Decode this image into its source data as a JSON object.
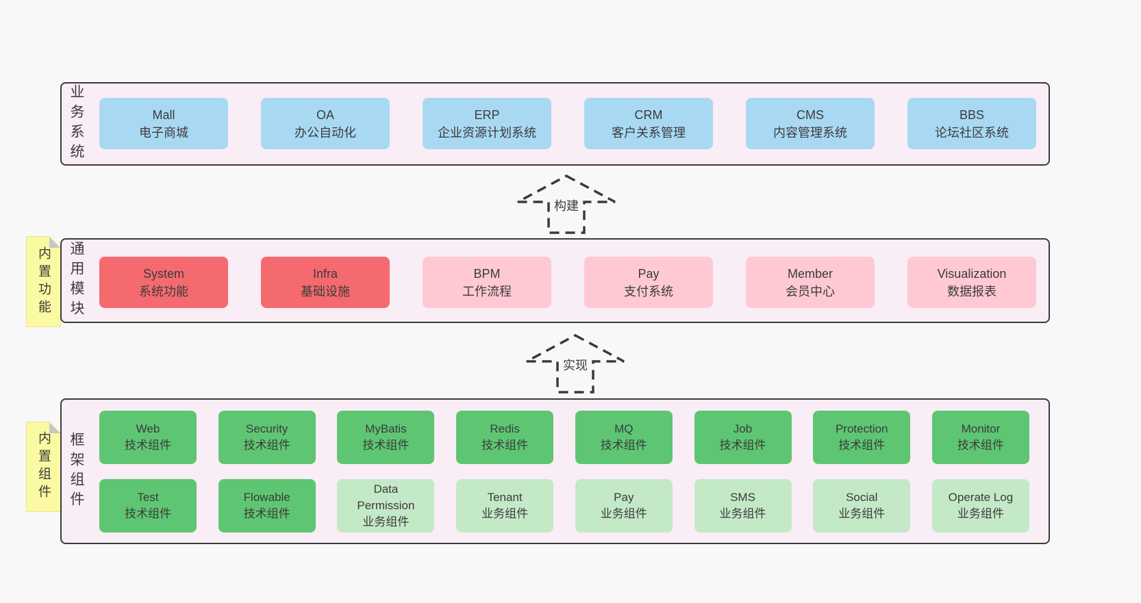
{
  "colors": {
    "page_bg": "#f8f8f8",
    "panel_bg": "#f9edf6",
    "panel_border": "#3a3a3a",
    "blue": "#a9d9f2",
    "red": "#f56a6e",
    "pink": "#ffc9d3",
    "green": "#5ec673",
    "light_green": "#c4e9c7",
    "sticky_yellow": "#fbf9a1",
    "text": "#3b3b3b"
  },
  "sections": {
    "business": {
      "label": "业务系统",
      "boxes": [
        {
          "en": "Mall",
          "zh": "电子商城"
        },
        {
          "en": "OA",
          "zh": "办公自动化"
        },
        {
          "en": "ERP",
          "zh": "企业资源计划系统"
        },
        {
          "en": "CRM",
          "zh": "客户关系管理"
        },
        {
          "en": "CMS",
          "zh": "内容管理系统"
        },
        {
          "en": "BBS",
          "zh": "论坛社区系统"
        }
      ]
    },
    "modules": {
      "label": "通用模块",
      "sticky": "内置功能",
      "boxes": [
        {
          "en": "System",
          "zh": "系统功能"
        },
        {
          "en": "Infra",
          "zh": "基础设施"
        },
        {
          "en": "BPM",
          "zh": "工作流程"
        },
        {
          "en": "Pay",
          "zh": "支付系统"
        },
        {
          "en": "Member",
          "zh": "会员中心"
        },
        {
          "en": "Visualization",
          "zh": "数据报表"
        }
      ]
    },
    "framework": {
      "label": "框架组件",
      "sticky": "内置组件",
      "row1": [
        {
          "en": "Web",
          "zh": "技术组件"
        },
        {
          "en": "Security",
          "zh": "技术组件"
        },
        {
          "en": "MyBatis",
          "zh": "技术组件"
        },
        {
          "en": "Redis",
          "zh": "技术组件"
        },
        {
          "en": "MQ",
          "zh": "技术组件"
        },
        {
          "en": "Job",
          "zh": "技术组件"
        },
        {
          "en": "Protection",
          "zh": "技术组件"
        },
        {
          "en": "Monitor",
          "zh": "技术组件"
        }
      ],
      "row2": [
        {
          "en": "Test",
          "zh": "技术组件"
        },
        {
          "en": "Flowable",
          "zh": "技术组件"
        },
        {
          "en": "Data Permission",
          "zh": "业务组件"
        },
        {
          "en": "Tenant",
          "zh": "业务组件"
        },
        {
          "en": "Pay",
          "zh": "业务组件"
        },
        {
          "en": "SMS",
          "zh": "业务组件"
        },
        {
          "en": "Social",
          "zh": "业务组件"
        },
        {
          "en": "Operate Log",
          "zh": "业务组件"
        }
      ]
    }
  },
  "arrows": [
    {
      "label": "构建"
    },
    {
      "label": "实现"
    }
  ]
}
